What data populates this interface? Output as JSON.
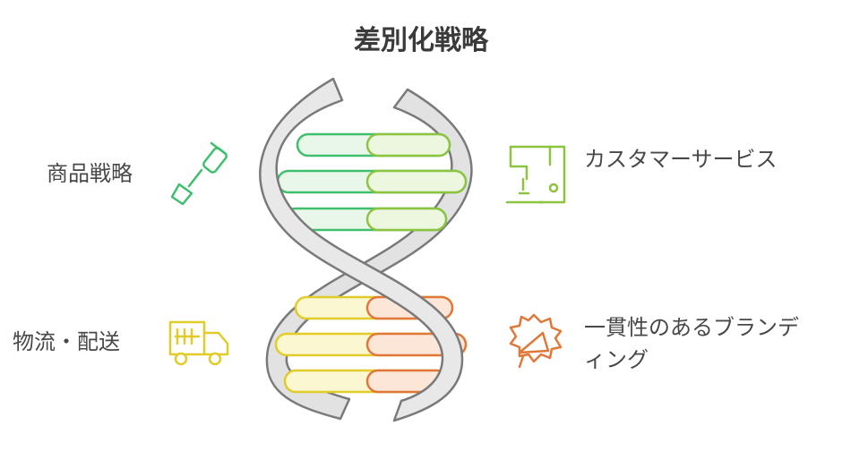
{
  "title": "差別化戦略",
  "items": {
    "top_left": {
      "label": "商品戦略",
      "icon": "screwdriver-icon",
      "color": "#3fbf6e"
    },
    "top_right": {
      "label": "カスタマーサービス",
      "icon": "sewing-machine-icon",
      "color": "#8cc43f"
    },
    "bottom_left": {
      "label": "物流・配送",
      "icon": "delivery-truck-icon",
      "color": "#e1cc2a"
    },
    "bottom_right": {
      "label": "一貫性のあるブランディング",
      "icon": "megaphone-badge-icon",
      "color": "#e0783a"
    }
  }
}
